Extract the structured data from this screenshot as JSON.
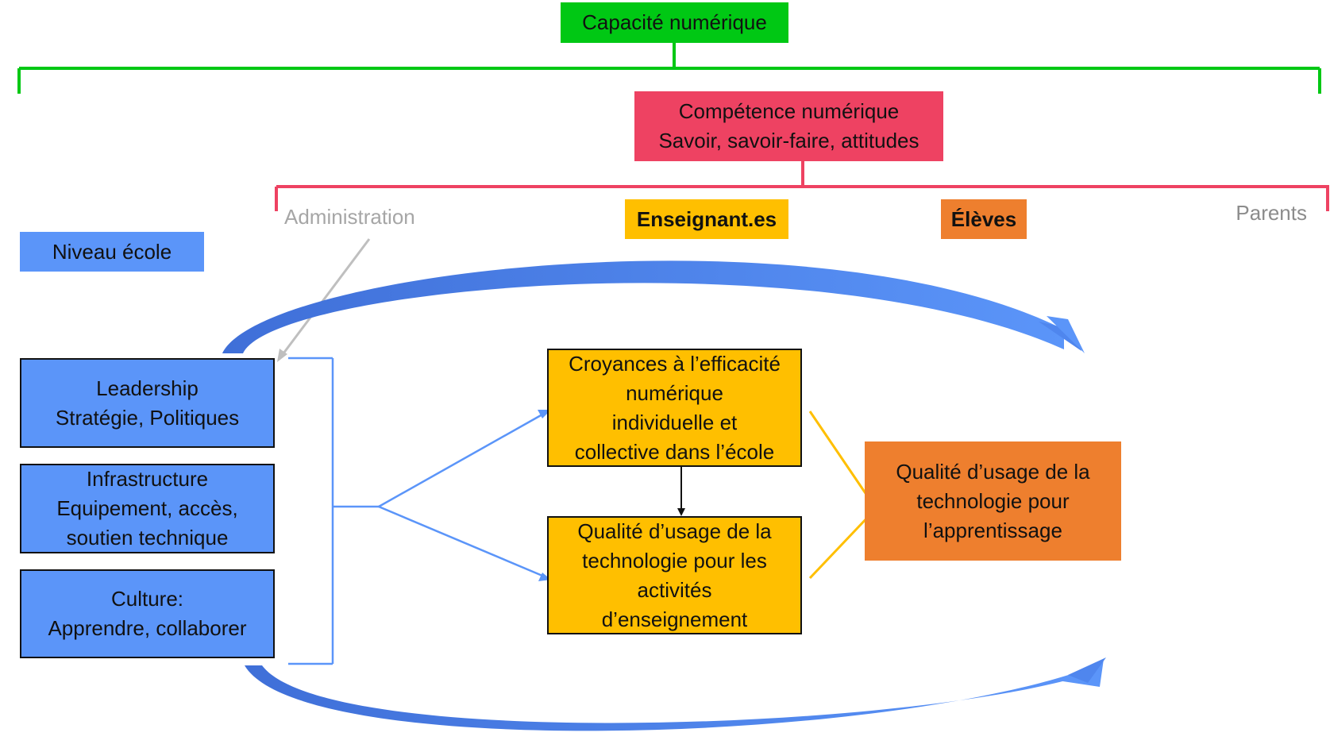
{
  "diagram": {
    "top_title": "Capacité numérique",
    "competence": {
      "line1": "Compétence numérique",
      "line2": "Savoir, savoir-faire, attitudes"
    },
    "actors": {
      "administration": "Administration",
      "enseignants": "Enseignant.es",
      "eleves": "Élèves",
      "parents": "Parents"
    },
    "school_level": "Niveau école",
    "school_boxes": {
      "leadership": {
        "line1": "Leadership",
        "line2": "Stratégie, Politiques"
      },
      "infrastructure": {
        "line1": "Infrastructure",
        "line2": "Equipement, accès,",
        "line3": "soutien technique"
      },
      "culture": {
        "line1": "Culture:",
        "line2": "Apprendre, collaborer"
      }
    },
    "teacher_boxes": {
      "croyances": {
        "line1": "Croyances à l’efficacité",
        "line2": "numérique",
        "line3": "individuelle et",
        "line4": "collective dans l’école"
      },
      "qualite_enseignement": {
        "line1": "Qualité d’usage de la",
        "line2": "technologie pour les",
        "line3": "activités",
        "line4": "d’enseignement"
      }
    },
    "outcome": {
      "line1": "Qualité d’usage de la",
      "line2": "technologie pour",
      "line3": "l’apprentissage"
    }
  },
  "colors": {
    "green": "#00c814",
    "pink": "#ee4262",
    "blue": "#5b95f9",
    "yellow": "#ffbf00",
    "orange": "#ee7f2e",
    "gray": "#a6a6a6"
  }
}
